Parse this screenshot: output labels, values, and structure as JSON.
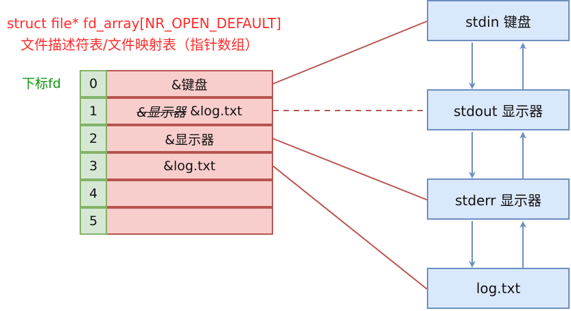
{
  "title": {
    "line1": "struct file* fd_array[NR_OPEN_DEFAULT]",
    "line2": "文件描述符表/文件映射表（指针数组）"
  },
  "index_label": "下标fd",
  "table": [
    {
      "index": "0",
      "value": "&键盘",
      "struck": ""
    },
    {
      "index": "1",
      "value": "&log.txt",
      "struck": "&显示器"
    },
    {
      "index": "2",
      "value": "&显示器",
      "struck": ""
    },
    {
      "index": "3",
      "value": "&log.txt",
      "struck": ""
    },
    {
      "index": "4",
      "value": "",
      "struck": ""
    },
    {
      "index": "5",
      "value": "",
      "struck": ""
    }
  ],
  "devices": [
    {
      "label": "stdin 键盘"
    },
    {
      "label": "stdout 显示器"
    },
    {
      "label": "stderr 显示器"
    },
    {
      "label": "log.txt"
    }
  ],
  "colors": {
    "title": "#ff2b2b",
    "index_label": "#0a9a0a",
    "index_fill": "#d5e8d4",
    "index_border": "#82b366",
    "value_fill": "#f8cecc",
    "value_border": "#b85450",
    "device_fill": "#dae8fc",
    "device_border": "#6c8ebf",
    "connector": "#b85450",
    "arrow": "#6c8ebf"
  }
}
